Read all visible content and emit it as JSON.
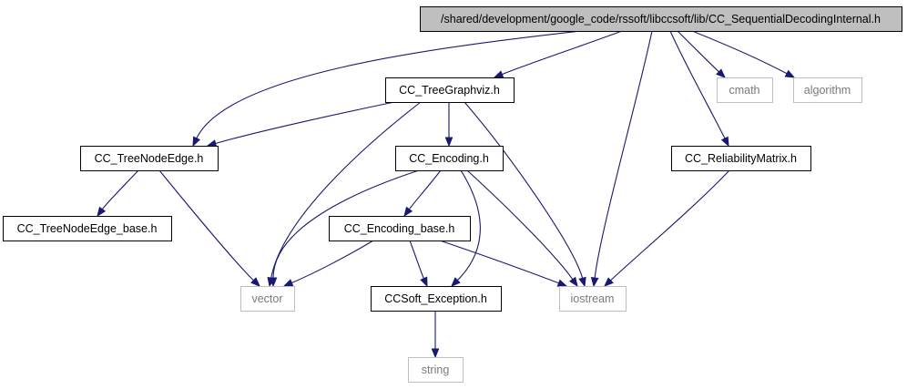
{
  "diagram": {
    "nodes": [
      {
        "id": "main",
        "label": "/shared/development/google_code/rssoft/libccsoft/lib/CC_SequentialDecodingInternal.h",
        "kind": "main"
      },
      {
        "id": "treegraphviz",
        "label": "CC_TreeGraphviz.h",
        "kind": "local"
      },
      {
        "id": "cmath",
        "label": "cmath",
        "kind": "system"
      },
      {
        "id": "algorithm",
        "label": "algorithm",
        "kind": "system"
      },
      {
        "id": "treenodeedge",
        "label": "CC_TreeNodeEdge.h",
        "kind": "local"
      },
      {
        "id": "encoding",
        "label": "CC_Encoding.h",
        "kind": "local"
      },
      {
        "id": "reliability",
        "label": "CC_ReliabilityMatrix.h",
        "kind": "local"
      },
      {
        "id": "treenodeedge_base",
        "label": "CC_TreeNodeEdge_base.h",
        "kind": "local"
      },
      {
        "id": "encoding_base",
        "label": "CC_Encoding_base.h",
        "kind": "local"
      },
      {
        "id": "vector",
        "label": "vector",
        "kind": "system"
      },
      {
        "id": "exception",
        "label": "CCSoft_Exception.h",
        "kind": "local"
      },
      {
        "id": "iostream",
        "label": "iostream",
        "kind": "system"
      },
      {
        "id": "string",
        "label": "string",
        "kind": "system"
      }
    ],
    "edges": [
      {
        "from": "main",
        "to": "treegraphviz"
      },
      {
        "from": "main",
        "to": "treenodeedge"
      },
      {
        "from": "main",
        "to": "iostream"
      },
      {
        "from": "main",
        "to": "cmath"
      },
      {
        "from": "main",
        "to": "algorithm"
      },
      {
        "from": "main",
        "to": "reliability"
      },
      {
        "from": "treegraphviz",
        "to": "treenodeedge"
      },
      {
        "from": "treegraphviz",
        "to": "encoding"
      },
      {
        "from": "treegraphviz",
        "to": "vector"
      },
      {
        "from": "treegraphviz",
        "to": "iostream"
      },
      {
        "from": "treenodeedge",
        "to": "treenodeedge_base"
      },
      {
        "from": "treenodeedge",
        "to": "vector"
      },
      {
        "from": "encoding",
        "to": "encoding_base"
      },
      {
        "from": "encoding",
        "to": "vector"
      },
      {
        "from": "encoding",
        "to": "exception"
      },
      {
        "from": "encoding",
        "to": "iostream"
      },
      {
        "from": "encoding_base",
        "to": "vector"
      },
      {
        "from": "encoding_base",
        "to": "exception"
      },
      {
        "from": "encoding_base",
        "to": "iostream"
      },
      {
        "from": "reliability",
        "to": "iostream"
      },
      {
        "from": "exception",
        "to": "string"
      }
    ],
    "colors": {
      "edge": "#191970",
      "main_fill": "#bfbfbf",
      "local_border": "#000000",
      "system_border": "#bfbfbf",
      "system_text": "#7a7a7a"
    }
  }
}
